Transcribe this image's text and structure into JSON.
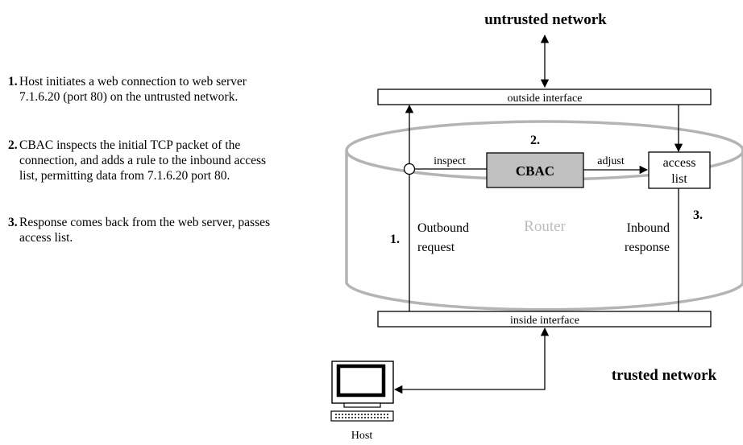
{
  "networks": {
    "untrusted": "untrusted network",
    "trusted": "trusted network"
  },
  "interfaces": {
    "outside": "outside interface",
    "inside": "inside interface"
  },
  "router": {
    "label": "Router",
    "cbac": "CBAC",
    "access_list": [
      "access",
      "list"
    ],
    "inspect": "inspect",
    "adjust": "adjust",
    "outbound": [
      "Outbound",
      "request"
    ],
    "inbound": [
      "Inbound",
      "response"
    ]
  },
  "markers": {
    "one": "1.",
    "two": "2.",
    "three": "3."
  },
  "host": {
    "label": "Host"
  },
  "steps": [
    {
      "num": "1.",
      "text": "Host initiates a web connection to web server 7.1.6.20 (port 80) on the untrusted network."
    },
    {
      "num": "2.",
      "text": "CBAC inspects the initial TCP packet of the connection, and adds a rule to the inbound access list, permitting data from 7.1.6.20 port 80."
    },
    {
      "num": "3.",
      "text": "Response comes back from the web server, passes access list."
    }
  ],
  "colors": {
    "router_outline": "#b4b4b4",
    "router_label": "#bbbbbb",
    "cbac_fill": "#c0c0c0",
    "line": "#000000"
  }
}
